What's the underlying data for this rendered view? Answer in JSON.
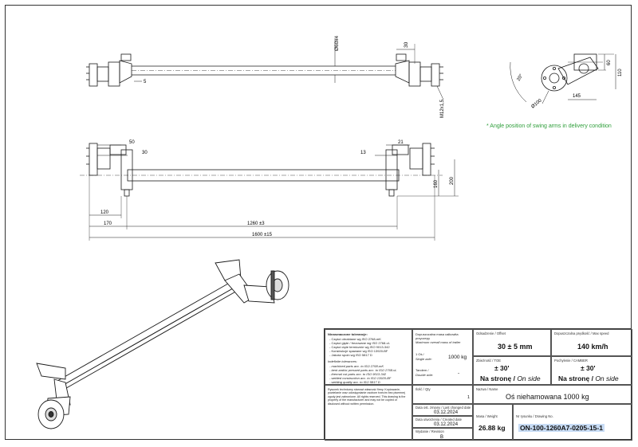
{
  "views": {
    "top": {
      "dims": [
        "Ø60x4",
        "30",
        "5",
        "M12x1,5"
      ]
    },
    "front": {
      "dims": [
        "50",
        "30",
        "13",
        "21",
        "160",
        "200",
        "120",
        "170",
        "1260 ±3",
        "1600 ±15"
      ]
    },
    "side": {
      "dims": [
        "20°",
        "60",
        "110",
        "145",
        "Ø100"
      ],
      "note": "* Angle position of swing arms in delivery condition"
    }
  },
  "title_block": {
    "tolerances": {
      "header": "Niezaznaczone tolerancje:",
      "pl_lines": [
        "- Części obrabiane wg ISO 2768-mK",
        "- Części gięte / frezowane wg ISO 2768-vL",
        "- Części cięte termicznie wg ISO 9013-342",
        "- Konstrukcje spawane wg ISO 13920-BF",
        "- Jakość spoin wg ISO 5817 D"
      ],
      "en_header": "Indefinite tolerances:",
      "en_lines": [
        "- machined parts acc. to ISO 2768-mK",
        "- bent and/or pressed parts acc. to ISO 2768-vL",
        "- thermal cut parts acc. to ISO 9013-342",
        "- welded construction acc. to ISO 13920-BF",
        "- welding quality acc. to ISO 5817 D"
      ]
    },
    "mass": {
      "label_pl": "Dopuszczalna masa całkowita przyczepy",
      "label_en": "Maximum overall mass of trailer",
      "single_pl": "1 Oś /",
      "single_en": "Single axle:",
      "single_val": "1000 kg",
      "tandem_pl": "Tandem /",
      "tandem_en": "Double axle:",
      "tandem_val": "-"
    },
    "offset": {
      "label": "Odsadzenie / Offset",
      "value": "30 ± 5 mm"
    },
    "speed": {
      "label": "Dopuszczalna prędkość / Max speed",
      "value": "140 km/h"
    },
    "toe": {
      "label": "Zbieżność / TOE",
      "value": "± 30'",
      "sub_pl": "Na stronę",
      "sub_en": "On side"
    },
    "camber": {
      "label": "Pochylenie / CAMBER",
      "value": "± 30'",
      "sub_pl": "Na stronę",
      "sub_en": "On side"
    },
    "quantity": {
      "label": "Ilość / Qty",
      "value": "1"
    },
    "name": {
      "label": "Nazwa / Name",
      "value": "Oś niehamowana 1000 kg"
    },
    "date_modified": {
      "label": "Data ost. zmiany / Last changed date",
      "value": "03.12.2024"
    },
    "date_created": {
      "label": "Data utworzenia / Created date",
      "value": "03.12.2024"
    },
    "version": {
      "label": "Wydanie / Revision",
      "value": "B"
    },
    "weight": {
      "label": "Masa / Weight",
      "value": "26.88 kg"
    },
    "drawing_no": {
      "label": "Nr rysunku / Drawing No.",
      "value": "ON-100-1260A7-0205-15-1"
    },
    "legal": "Rysunek techniczny stanowi własność firmy. Kopiowanie, powielanie oraz udostępnianie osobom trzecim bez pisemnej zgody jest zabronione. All rights reserved. This drawing is the property of the manufacturer and may not be copied or disclosed without written permission."
  },
  "colors": {
    "line": "#1a1a1a",
    "note": "#2e9e3a",
    "highlight": "#c8dcf5"
  }
}
